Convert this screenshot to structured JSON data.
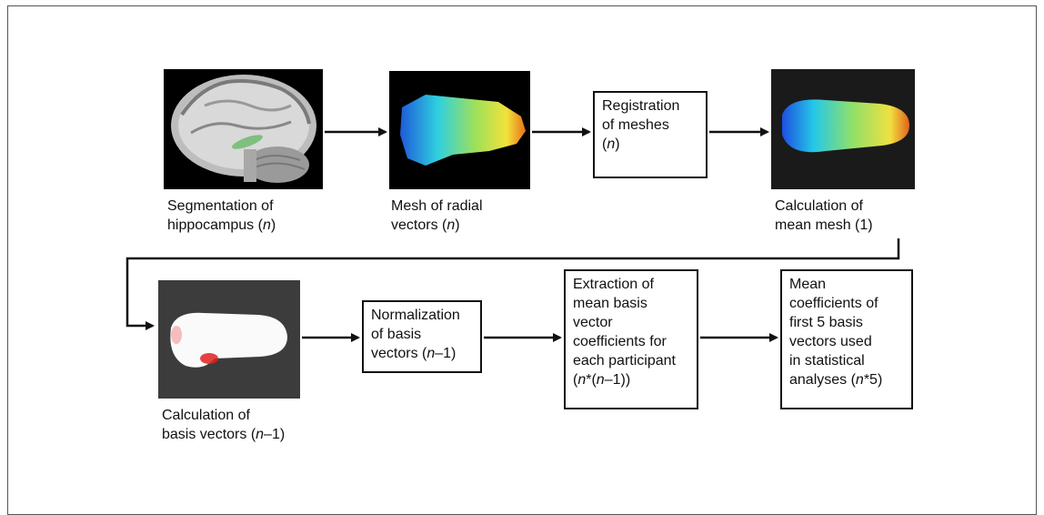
{
  "steps": [
    {
      "caption_l1": "Segmentation of",
      "caption_l2_pre": "hippocampus (",
      "var": "n",
      "caption_l2_post": ")"
    },
    {
      "caption_l1": "Mesh of radial",
      "caption_l2_pre": "vectors (",
      "var": "n",
      "caption_l2_post": ")"
    },
    {
      "box_l1": "Registration",
      "box_l2": "of meshes",
      "box_l3_pre": "(",
      "var": "n",
      "box_l3_post": ")"
    },
    {
      "caption_l1": "Calculation of",
      "caption_l2": "mean mesh (1)"
    },
    {
      "caption_l1": "Calculation of",
      "caption_l2_pre": "basis vectors (",
      "var": "n",
      "caption_l2_post": "–1)"
    },
    {
      "box_l1": "Normalization",
      "box_l2": "of basis",
      "box_l3_pre": "vectors (",
      "var": "n",
      "box_l3_post": "–1)"
    },
    {
      "box_l1": "Extraction of",
      "box_l2": "mean basis",
      "box_l3": "vector",
      "box_l4": "coefficients for",
      "box_l5": "each participant",
      "box_l6_pre": "(",
      "var": "n",
      "box_l6_mid": "*(",
      "var2": "n",
      "box_l6_post": "–1))"
    },
    {
      "box_l1": "Mean",
      "box_l2": "coefficients of",
      "box_l3": "first 5 basis",
      "box_l4": "vectors used",
      "box_l5": "in statistical",
      "box_l6_pre": "analyses (",
      "var": "n",
      "box_l6_post": "*5)"
    }
  ],
  "colors": {
    "arrow": "#111111",
    "border": "#111111",
    "image_bg": "#0a0a0a"
  }
}
